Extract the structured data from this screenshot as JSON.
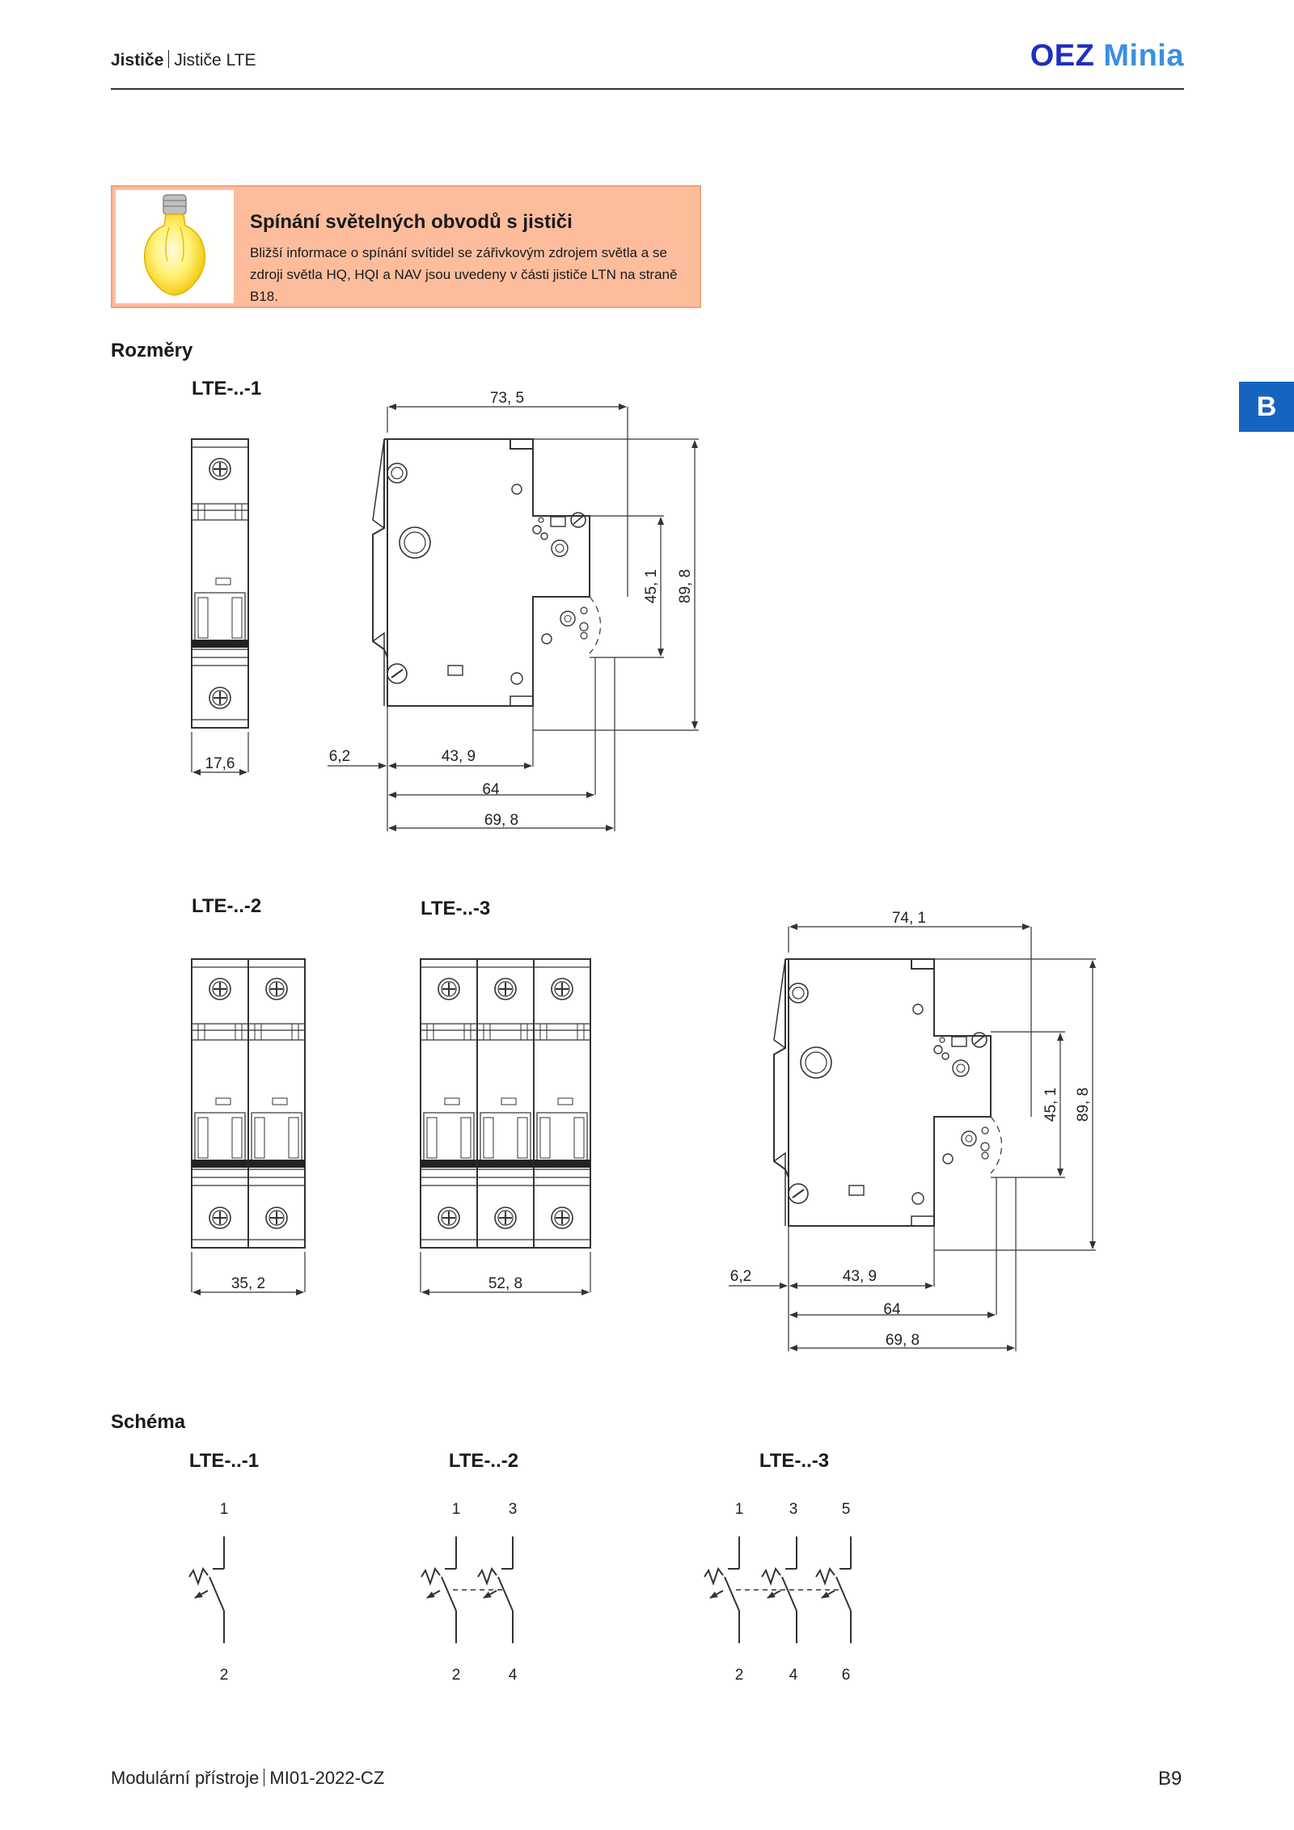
{
  "header": {
    "section": "Jističe",
    "subsection": "Jističe LTE",
    "brand_primary": "OEZ",
    "brand_secondary": "Minia",
    "brand_color": "#1e2fbf",
    "brand_color_secondary": "#3d8fe0"
  },
  "note": {
    "icon": "light-bulb-icon",
    "title": "Spínání světelných obvodů s jističi",
    "text": "Bližší informace o spínání svítidel se zářivkovým zdrojem světla a se zdroji světla HQ, HQI a NAV jsou uvedeny v části jističe LTN na straně B18.",
    "background_color": "#fdbd9d"
  },
  "side_tab": {
    "label": "B",
    "color": "#1565c0"
  },
  "dimensions": {
    "title": "Rozměry",
    "lte1": {
      "label": "LTE-..-1",
      "width": "17,6"
    },
    "side1": {
      "top_width": "73, 5",
      "height_inner": "45, 1",
      "height_total": "89, 8",
      "offset": "6,2",
      "d1": "43, 9",
      "d2": "64",
      "d3": "69, 8"
    },
    "lte2": {
      "label": "LTE-..-2",
      "width": "35, 2"
    },
    "lte3": {
      "label": "LTE-..-3",
      "width": "52, 8"
    },
    "side3": {
      "top_width": "74, 1",
      "height_inner": "45, 1",
      "height_total": "89, 8",
      "offset": "6,2",
      "d1": "43, 9",
      "d2": "64",
      "d3": "69, 8"
    }
  },
  "schema": {
    "title": "Schéma",
    "s1": {
      "label": "LTE-..-1",
      "top": [
        "1"
      ],
      "bottom": [
        "2"
      ]
    },
    "s2": {
      "label": "LTE-..-2",
      "top": [
        "1",
        "3"
      ],
      "bottom": [
        "2",
        "4"
      ]
    },
    "s3": {
      "label": "LTE-..-3",
      "top": [
        "1",
        "3",
        "5"
      ],
      "bottom": [
        "2",
        "4",
        "6"
      ]
    }
  },
  "footer": {
    "publication": "Modulární přístroje",
    "code": "MI01-2022-CZ",
    "page": "B9"
  }
}
